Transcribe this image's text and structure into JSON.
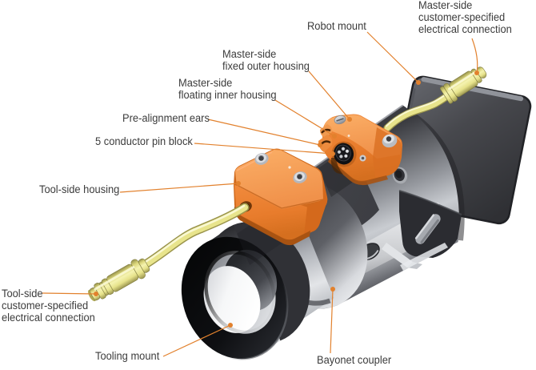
{
  "figure": {
    "background": "#ffffff",
    "leader_color": "#e2812d",
    "text_color": "#3c3c3c",
    "housing_color": "#ee8234",
    "metal_color": "#a3a6ac",
    "cable_color": "#eae68e"
  },
  "labels": {
    "robot_mount": "Robot mount",
    "master_electrical": "Master-side\ncustomer-specified\nelectrical connection",
    "master_fixed": "Master-side\nfixed outer housing",
    "master_floating": "Master-side\nfloating inner housing",
    "pre_alignment_ears": "Pre-alignment ears",
    "pin_block": "5 conductor pin block",
    "tool_housing": "Tool-side housing",
    "tool_electrical": "Tool-side\ncustomer-specified\nelectrical connection",
    "tooling_mount": "Tooling mount",
    "bayonet_coupler": "Bayonet coupler"
  }
}
